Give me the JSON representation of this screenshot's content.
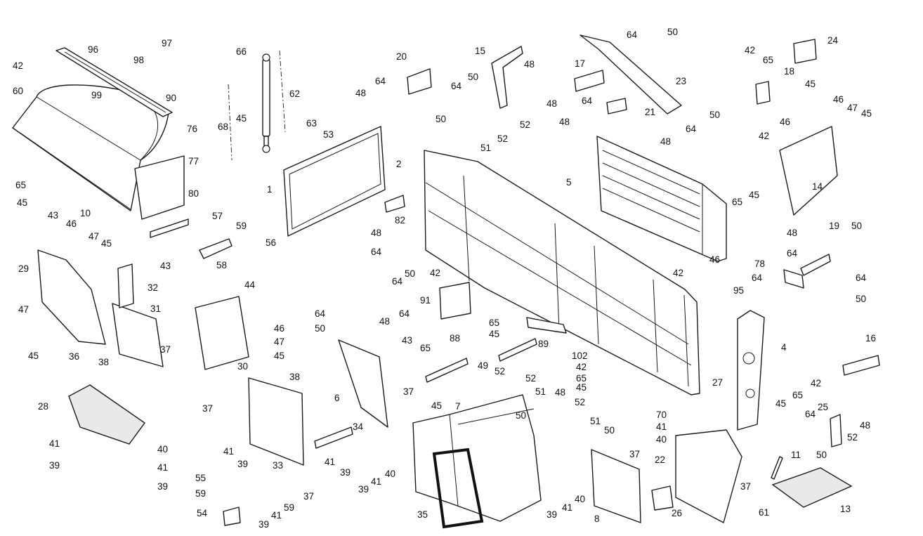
{
  "diagram": {
    "type": "exploded-parts-view",
    "callouts": [
      {
        "id": "c1",
        "text": "96"
      },
      {
        "id": "c2",
        "text": "97"
      },
      {
        "id": "c3",
        "text": "42"
      },
      {
        "id": "c4",
        "text": "98"
      },
      {
        "id": "c5",
        "text": "60"
      },
      {
        "id": "c6",
        "text": "99"
      },
      {
        "id": "c7",
        "text": "90"
      },
      {
        "id": "c8",
        "text": "76"
      },
      {
        "id": "c9",
        "text": "77"
      },
      {
        "id": "c10",
        "text": "65"
      },
      {
        "id": "c11",
        "text": "45"
      },
      {
        "id": "c12",
        "text": "10"
      },
      {
        "id": "c13",
        "text": "80"
      },
      {
        "id": "c14",
        "text": "66"
      },
      {
        "id": "c15",
        "text": "62"
      },
      {
        "id": "c16",
        "text": "45"
      },
      {
        "id": "c17",
        "text": "68"
      },
      {
        "id": "c18",
        "text": "63"
      },
      {
        "id": "c19",
        "text": "53"
      },
      {
        "id": "c20",
        "text": "1"
      },
      {
        "id": "c21",
        "text": "57"
      },
      {
        "id": "c22",
        "text": "59"
      },
      {
        "id": "c23",
        "text": "56"
      },
      {
        "id": "c24",
        "text": "58"
      },
      {
        "id": "c25",
        "text": "43"
      },
      {
        "id": "c26",
        "text": "46"
      },
      {
        "id": "c27",
        "text": "47"
      },
      {
        "id": "c28",
        "text": "45"
      },
      {
        "id": "c29",
        "text": "29"
      },
      {
        "id": "c30",
        "text": "43"
      },
      {
        "id": "c31",
        "text": "32"
      },
      {
        "id": "c32",
        "text": "31"
      },
      {
        "id": "c33",
        "text": "47"
      },
      {
        "id": "c34",
        "text": "45"
      },
      {
        "id": "c35",
        "text": "36"
      },
      {
        "id": "c36",
        "text": "38"
      },
      {
        "id": "c37",
        "text": "44"
      },
      {
        "id": "c38",
        "text": "37"
      },
      {
        "id": "c39",
        "text": "30"
      },
      {
        "id": "c40",
        "text": "46"
      },
      {
        "id": "c41",
        "text": "47"
      },
      {
        "id": "c42",
        "text": "45"
      },
      {
        "id": "c43",
        "text": "28"
      },
      {
        "id": "c44",
        "text": "41"
      },
      {
        "id": "c45",
        "text": "39"
      },
      {
        "id": "c46",
        "text": "40"
      },
      {
        "id": "c47",
        "text": "41"
      },
      {
        "id": "c48",
        "text": "39"
      },
      {
        "id": "c49",
        "text": "38"
      },
      {
        "id": "c50",
        "text": "37"
      },
      {
        "id": "c51",
        "text": "41"
      },
      {
        "id": "c52",
        "text": "39"
      },
      {
        "id": "c53",
        "text": "33"
      },
      {
        "id": "c54",
        "text": "55"
      },
      {
        "id": "c55",
        "text": "59"
      },
      {
        "id": "c56",
        "text": "54"
      },
      {
        "id": "c57",
        "text": "37"
      },
      {
        "id": "c58",
        "text": "59"
      },
      {
        "id": "c59",
        "text": "41"
      },
      {
        "id": "c60",
        "text": "39"
      },
      {
        "id": "c61",
        "text": "20"
      },
      {
        "id": "c62",
        "text": "64"
      },
      {
        "id": "c63",
        "text": "50"
      },
      {
        "id": "c64",
        "text": "64"
      },
      {
        "id": "c65",
        "text": "48"
      },
      {
        "id": "c66",
        "text": "15"
      },
      {
        "id": "c67",
        "text": "48"
      },
      {
        "id": "c68",
        "text": "50"
      },
      {
        "id": "c69",
        "text": "52"
      },
      {
        "id": "c70",
        "text": "51"
      },
      {
        "id": "c71",
        "text": "52"
      },
      {
        "id": "c72",
        "text": "82"
      },
      {
        "id": "c73",
        "text": "48"
      },
      {
        "id": "c74",
        "text": "64"
      },
      {
        "id": "c75",
        "text": "50"
      },
      {
        "id": "c76",
        "text": "64"
      },
      {
        "id": "c77",
        "text": "48"
      },
      {
        "id": "c78",
        "text": "64"
      },
      {
        "id": "c79",
        "text": "64"
      },
      {
        "id": "c80",
        "text": "50"
      },
      {
        "id": "c81",
        "text": "42"
      },
      {
        "id": "c82",
        "text": "91"
      },
      {
        "id": "c83",
        "text": "65"
      },
      {
        "id": "c84",
        "text": "45"
      },
      {
        "id": "c85",
        "text": "88"
      },
      {
        "id": "c86",
        "text": "43"
      },
      {
        "id": "c87",
        "text": "65"
      },
      {
        "id": "c88",
        "text": "6"
      },
      {
        "id": "c89",
        "text": "45"
      },
      {
        "id": "c90",
        "text": "37"
      },
      {
        "id": "c91",
        "text": "34"
      },
      {
        "id": "c92",
        "text": "41"
      },
      {
        "id": "c93",
        "text": "39"
      },
      {
        "id": "c94",
        "text": "2"
      },
      {
        "id": "c95",
        "text": "89"
      },
      {
        "id": "c96",
        "text": "102"
      },
      {
        "id": "c97",
        "text": "42"
      },
      {
        "id": "c98",
        "text": "65"
      },
      {
        "id": "c99",
        "text": "45"
      },
      {
        "id": "c100",
        "text": "49"
      },
      {
        "id": "c101",
        "text": "52"
      },
      {
        "id": "c102",
        "text": "7"
      },
      {
        "id": "c103",
        "text": "52"
      },
      {
        "id": "c104",
        "text": "51"
      },
      {
        "id": "c105",
        "text": "50"
      },
      {
        "id": "c106",
        "text": "48"
      },
      {
        "id": "c107",
        "text": "52"
      },
      {
        "id": "c108",
        "text": "51"
      },
      {
        "id": "c109",
        "text": "50"
      },
      {
        "id": "c110",
        "text": "40"
      },
      {
        "id": "c111",
        "text": "41"
      },
      {
        "id": "c112",
        "text": "39"
      },
      {
        "id": "c113",
        "text": "35"
      },
      {
        "id": "c114",
        "text": "37"
      },
      {
        "id": "c115",
        "text": "39"
      },
      {
        "id": "c116",
        "text": "41"
      },
      {
        "id": "c117",
        "text": "40"
      },
      {
        "id": "c118",
        "text": "8"
      },
      {
        "id": "c119",
        "text": "17"
      },
      {
        "id": "c120",
        "text": "64"
      },
      {
        "id": "c121",
        "text": "50"
      },
      {
        "id": "c122",
        "text": "23"
      },
      {
        "id": "c123",
        "text": "48"
      },
      {
        "id": "c124",
        "text": "64"
      },
      {
        "id": "c125",
        "text": "21"
      },
      {
        "id": "c126",
        "text": "48"
      },
      {
        "id": "c127",
        "text": "50"
      },
      {
        "id": "c128",
        "text": "64"
      },
      {
        "id": "c129",
        "text": "48"
      },
      {
        "id": "c130",
        "text": "5"
      },
      {
        "id": "c131",
        "text": "65"
      },
      {
        "id": "c132",
        "text": "45"
      },
      {
        "id": "c133",
        "text": "46"
      },
      {
        "id": "c134",
        "text": "42"
      },
      {
        "id": "c135",
        "text": "42"
      },
      {
        "id": "c136",
        "text": "24"
      },
      {
        "id": "c137",
        "text": "65"
      },
      {
        "id": "c138",
        "text": "18"
      },
      {
        "id": "c139",
        "text": "45"
      },
      {
        "id": "c140",
        "text": "46"
      },
      {
        "id": "c141",
        "text": "47"
      },
      {
        "id": "c142",
        "text": "45"
      },
      {
        "id": "c143",
        "text": "46"
      },
      {
        "id": "c144",
        "text": "42"
      },
      {
        "id": "c145",
        "text": "14"
      },
      {
        "id": "c146",
        "text": "48"
      },
      {
        "id": "c147",
        "text": "19"
      },
      {
        "id": "c148",
        "text": "50"
      },
      {
        "id": "c149",
        "text": "64"
      },
      {
        "id": "c150",
        "text": "78"
      },
      {
        "id": "c151",
        "text": "64"
      },
      {
        "id": "c152",
        "text": "64"
      },
      {
        "id": "c153",
        "text": "95"
      },
      {
        "id": "c154",
        "text": "50"
      },
      {
        "id": "c155",
        "text": "4"
      },
      {
        "id": "c156",
        "text": "16"
      },
      {
        "id": "c157",
        "text": "27"
      },
      {
        "id": "c158",
        "text": "45"
      },
      {
        "id": "c159",
        "text": "65"
      },
      {
        "id": "c160",
        "text": "42"
      },
      {
        "id": "c161",
        "text": "70"
      },
      {
        "id": "c162",
        "text": "41"
      },
      {
        "id": "c163",
        "text": "40"
      },
      {
        "id": "c164",
        "text": "22"
      },
      {
        "id": "c165",
        "text": "26"
      },
      {
        "id": "c166",
        "text": "11"
      },
      {
        "id": "c167",
        "text": "37"
      },
      {
        "id": "c168",
        "text": "61"
      },
      {
        "id": "c169",
        "text": "13"
      },
      {
        "id": "c170",
        "text": "64"
      },
      {
        "id": "c171",
        "text": "25"
      },
      {
        "id": "c172",
        "text": "48"
      },
      {
        "id": "c173",
        "text": "50"
      },
      {
        "id": "c174",
        "text": "52"
      }
    ]
  }
}
